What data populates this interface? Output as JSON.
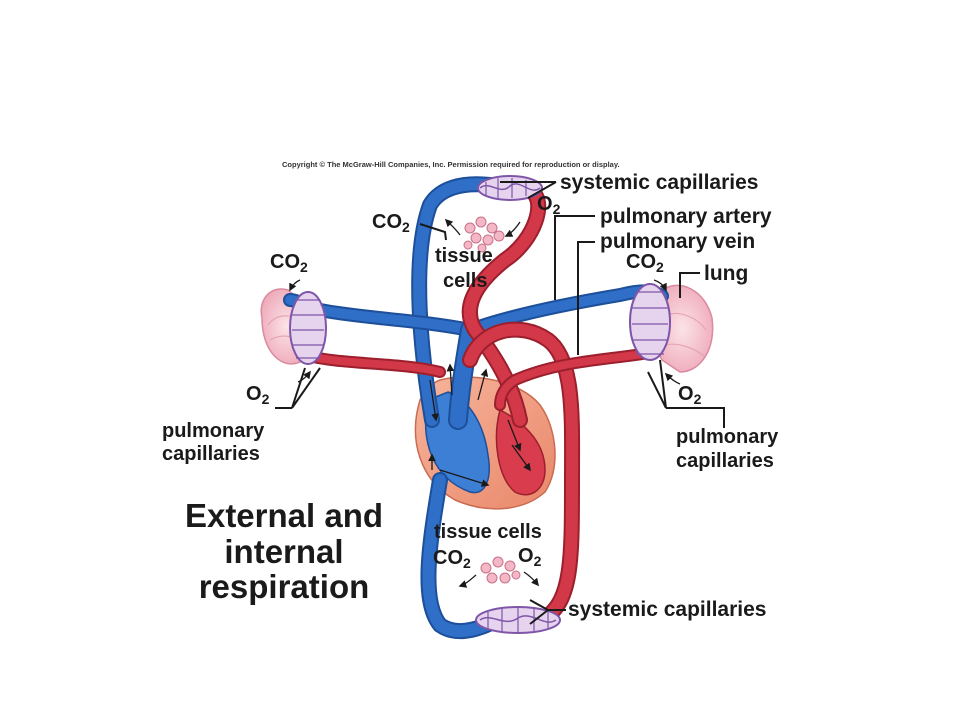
{
  "copyright": "Copyright © The McGraw-Hill Companies, Inc. Permission required for reproduction or display.",
  "title_lines": [
    "External and",
    "internal",
    "respiration"
  ],
  "labels": {
    "systemic_capillaries_top": "systemic capillaries",
    "systemic_capillaries_bottom": "systemic capillaries",
    "pulmonary_artery": "pulmonary artery",
    "pulmonary_vein": "pulmonary vein",
    "lung": "lung",
    "tissue_cells_top_line1": "tissue",
    "tissue_cells_top_line2": "cells",
    "tissue_cells_bottom": "tissue cells",
    "pulmonary_capillaries_left_line1": "pulmonary",
    "pulmonary_capillaries_left_line2": "capillaries",
    "pulmonary_capillaries_right_line1": "pulmonary",
    "pulmonary_capillaries_right_line2": "capillaries"
  },
  "gases": {
    "co2_main": "CO",
    "o2_main": "O",
    "subscript": "2"
  },
  "colors": {
    "deoxygenated": "#2f6fc7",
    "oxygenated": "#d23848",
    "lung_tissue": "#f4b8c4",
    "heart_outer": "#f4a48a"
  }
}
